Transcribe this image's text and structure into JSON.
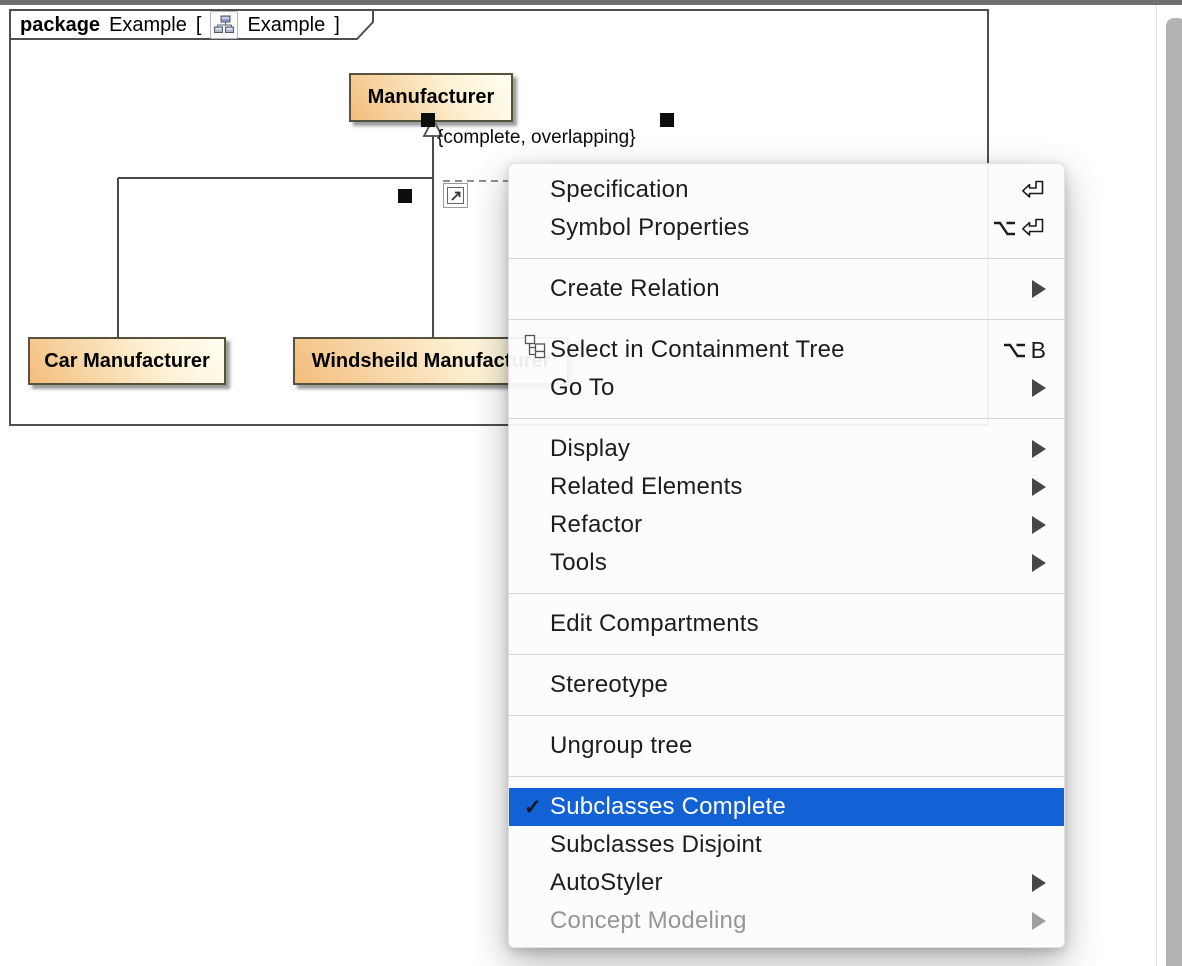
{
  "colors": {
    "accent": "#1262d6",
    "topbar": "#6f6f6f",
    "scrollbar_thumb": "#b3b3b3",
    "menu_text": "#1d1d1f",
    "disabled": "#969696",
    "separator": "#d6d6d6",
    "box_border": "#56523b",
    "box_grad_dark": "#f3bd7c",
    "box_grad_light": "#fffef2",
    "frame_border": "#4f4f4f"
  },
  "diagram": {
    "frame_header": {
      "keyword": "package",
      "package_name": "Example",
      "bracket_open": "[",
      "diagram_name": "Example",
      "bracket_close": "]"
    },
    "classes": [
      {
        "name": "Manufacturer"
      },
      {
        "name": "Car Manufacturer"
      },
      {
        "name": "Windsheild Manufacturer"
      }
    ],
    "generalization_constraint": "{complete, overlapping}"
  },
  "context_menu": {
    "items": [
      {
        "label": "Specification",
        "shortcut": [
          "return"
        ]
      },
      {
        "label": "Symbol Properties",
        "shortcut": [
          "option",
          "return"
        ]
      },
      {
        "type": "separator"
      },
      {
        "label": "Create Relation",
        "submenu": true
      },
      {
        "type": "separator"
      },
      {
        "label": "Select in Containment Tree",
        "icon": "containment-tree-icon",
        "shortcut": [
          "option",
          "B"
        ]
      },
      {
        "label": "Go To",
        "submenu": true
      },
      {
        "type": "separator"
      },
      {
        "label": "Display",
        "submenu": true
      },
      {
        "label": "Related Elements",
        "submenu": true
      },
      {
        "label": "Refactor",
        "submenu": true
      },
      {
        "label": "Tools",
        "submenu": true
      },
      {
        "type": "separator"
      },
      {
        "label": "Edit Compartments"
      },
      {
        "type": "separator"
      },
      {
        "label": "Stereotype"
      },
      {
        "type": "separator"
      },
      {
        "label": "Ungroup tree"
      },
      {
        "type": "separator"
      },
      {
        "label": "Subclasses Complete",
        "checked": true,
        "selected": true
      },
      {
        "label": "Subclasses Disjoint"
      },
      {
        "label": "AutoStyler",
        "submenu": true
      },
      {
        "label": "Concept Modeling",
        "submenu": true,
        "disabled": true
      }
    ]
  }
}
